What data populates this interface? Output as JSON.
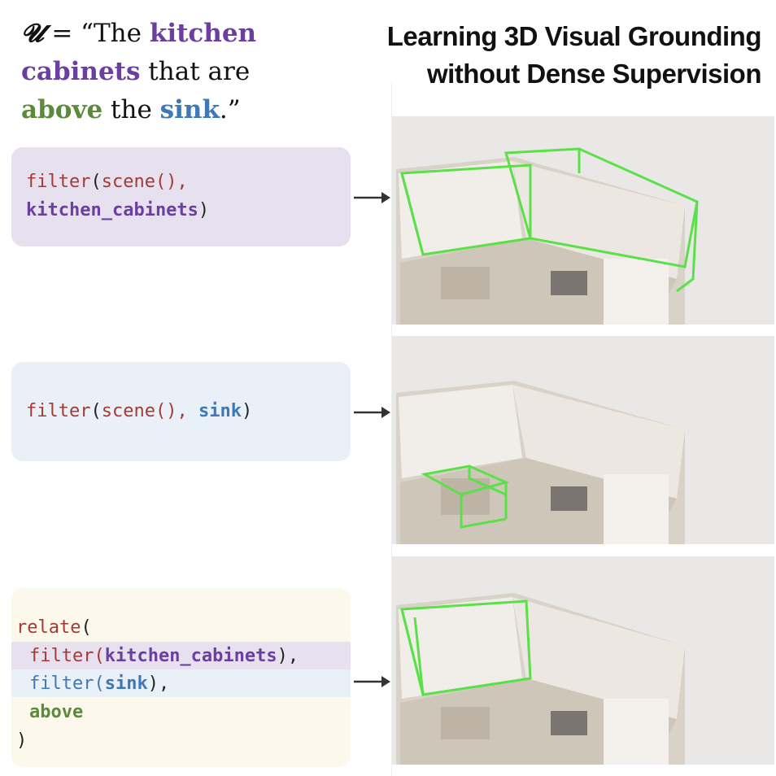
{
  "utterance": {
    "symbol": "𝓤",
    "pre": " = “The ",
    "w1": "kitchen cabinets",
    "mid": " that are ",
    "w2": "above",
    "mid2": " the ",
    "w3": "sink",
    "post": ".”"
  },
  "title": {
    "line1": "Learning 3D Visual Grounding",
    "line2": "without Dense Supervision"
  },
  "programs": {
    "p1": {
      "fn": "filter",
      "paren": "(",
      "scene": "scene(),",
      "arg": "kitchen_cabinets",
      "close": ")"
    },
    "p2": {
      "fn": "filter",
      "paren": "(",
      "scene": "scene(), ",
      "arg": "sink",
      "close": ")"
    },
    "p3": {
      "fn": "relate",
      "paren": "(",
      "l1fn": "filter(",
      "l1arg": "kitchen_cabinets",
      "l1close": "),",
      "l2fn": "filter(",
      "l2arg": "sink",
      "l2close": "),",
      "l3": "above",
      "close": ")"
    }
  },
  "colors": {
    "purple": "#6b3fa0",
    "green": "#5a8a3a",
    "blue": "#3f78b4",
    "red": "#a33a35",
    "box_green": "#5be04a"
  }
}
